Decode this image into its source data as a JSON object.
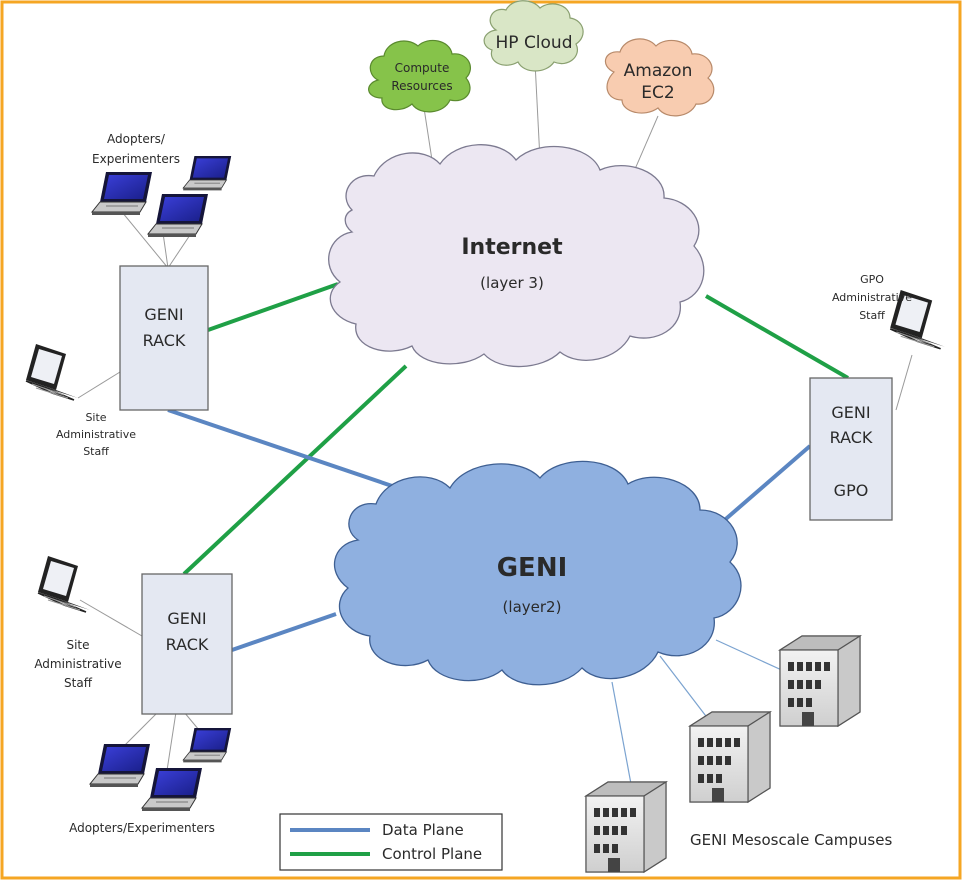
{
  "clouds": {
    "compute": "Compute Resources",
    "compute_line1": "Compute",
    "compute_line2": "Resources",
    "hp": "HP Cloud",
    "amazon_line1": "Amazon",
    "amazon_line2": "EC2",
    "internet_title": "Internet",
    "internet_sub": "(layer 3)",
    "geni_title": "GENI",
    "geni_sub": "(layer2)"
  },
  "racks": {
    "top_left_line1": "GENI",
    "top_left_line2": "RACK",
    "bottom_left_line1": "GENI",
    "bottom_left_line2": "RACK",
    "right_line1": "GENI",
    "right_line2": "RACK",
    "right_line3": "GPO"
  },
  "labels": {
    "adopters_top_line1": "Adopters/",
    "adopters_top_line2": "Experimenters",
    "site_admin_top_line1": "Site",
    "site_admin_top_line2": "Administrative",
    "site_admin_top_line3": "Staff",
    "site_admin_bottom_line1": "Site",
    "site_admin_bottom_line2": "Administrative",
    "site_admin_bottom_line3": "Staff",
    "adopters_bottom": "Adopters/Experimenters",
    "gpo_admin_line1": "GPO",
    "gpo_admin_line2": "Administrative",
    "gpo_admin_line3": "Staff",
    "campuses": "GENI Mesoscale Campuses"
  },
  "legend": {
    "data_plane": "Data Plane",
    "control_plane": "Control Plane"
  },
  "colors": {
    "frame": "#f5a623",
    "data_plane": "#5b86c2",
    "control_plane": "#1fa046",
    "internet_cloud": "#ece7f2",
    "geni_cloud": "#8fb0e0",
    "compute_cloud": "#86c34a",
    "hp_cloud": "#d9e6c6",
    "amazon_cloud": "#f8ccb0",
    "rack_fill": "#e4e8f2"
  }
}
